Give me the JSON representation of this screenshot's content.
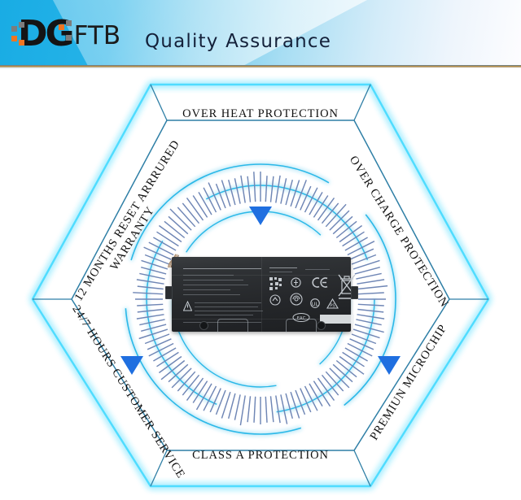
{
  "header": {
    "logo_primary": "DG",
    "logo_secondary": "FTB",
    "tagline": "Quality Assurance",
    "gradient_start": "#19ace4",
    "gradient_end": "#fdfdff",
    "rule_color": "#c09a52"
  },
  "hexagon": {
    "outer_stroke": "#2fd0f5",
    "inner_stroke": "#2a7fa8",
    "glow_color": "#7fe7ff",
    "segments": [
      {
        "id": "over-heat-protection",
        "label": "OVER HEAT PROTECTION",
        "position": "top"
      },
      {
        "id": "over-charge-protection",
        "label": "OVER CHARGE PROTECTION",
        "position": "top-right"
      },
      {
        "id": "premiun-microchip",
        "label": "PREMIUN MICROCHIP",
        "position": "bottom-right"
      },
      {
        "id": "class-a-protection",
        "label": "CLASS A PROTECTION",
        "position": "bottom"
      },
      {
        "id": "customer-service",
        "label": "24/7 HOURS CUSTOMER SERVICE",
        "position": "bottom-left"
      },
      {
        "id": "warranty",
        "label_line1": "12 MONTHS RESET ARRRURED",
        "label_line2": "WARRANTY",
        "position": "top-left"
      }
    ]
  },
  "radar": {
    "tick_color": "#6f86b5",
    "arc_color": "#2bb8e8",
    "tick_count": 120,
    "marker_color": "#1f6fe0",
    "markers": [
      {
        "id": "marker-top",
        "angle_deg": 90
      },
      {
        "id": "marker-bottom-left",
        "angle_deg": 210
      },
      {
        "id": "marker-bottom-right",
        "angle_deg": 330
      }
    ]
  },
  "product": {
    "name": "laptop-battery",
    "body_color": "#26282b",
    "label_text_color": "#c8ced4",
    "certifications": [
      "CE",
      "WEEE",
      "UL",
      "PSE",
      "EAC",
      "RECYCLE"
    ]
  }
}
